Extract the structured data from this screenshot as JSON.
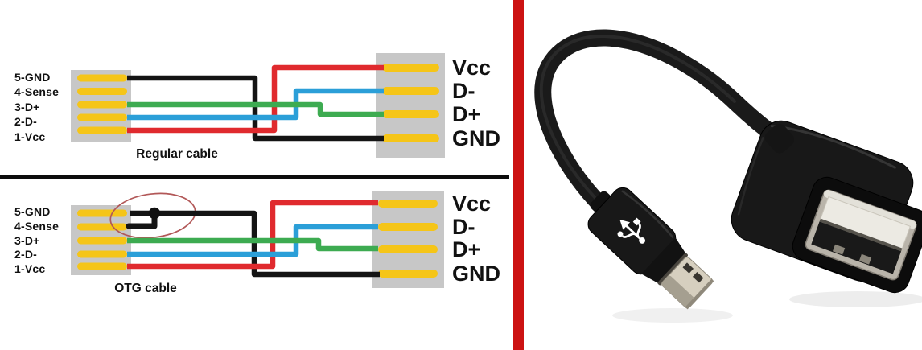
{
  "panel_left": {
    "colors": {
      "wire_black": "#141414",
      "wire_red": "#e02a2e",
      "wire_blue": "#2b9fd8",
      "wire_green": "#3dab51",
      "pin_yellow": "#f5c518",
      "connector_gray": "#c7c7c7",
      "separator": "#0d0d0d",
      "annotation_ellipse": "#b25858",
      "junction_dot": "#111111"
    },
    "diagrams": [
      {
        "caption": "Regular cable",
        "left_pins": [
          "5-GND",
          "4-Sense",
          "3-D+",
          "2-D-",
          "1-Vcc"
        ],
        "right_pins": [
          "Vcc",
          "D-",
          "D+",
          "GND"
        ],
        "wires": [
          {
            "from": "5-GND",
            "to": "GND",
            "color": "#141414"
          },
          {
            "from": "1-Vcc",
            "to": "Vcc",
            "color": "#e02a2e"
          },
          {
            "from": "2-D-",
            "to": "D-",
            "color": "#2b9fd8"
          },
          {
            "from": "3-D+",
            "to": "D+",
            "color": "#3dab51"
          }
        ]
      },
      {
        "caption": "OTG cable",
        "left_pins": [
          "5-GND",
          "4-Sense",
          "3-D+",
          "2-D-",
          "1-Vcc"
        ],
        "right_pins": [
          "Vcc",
          "D-",
          "D+",
          "GND"
        ],
        "wires": [
          {
            "from": "5-GND",
            "to": "GND",
            "color": "#141414"
          },
          {
            "from": "1-Vcc",
            "to": "Vcc",
            "color": "#e02a2e"
          },
          {
            "from": "2-D-",
            "to": "D-",
            "color": "#2b9fd8"
          },
          {
            "from": "3-D+",
            "to": "D+",
            "color": "#3dab51"
          }
        ],
        "jumper": {
          "from": "5-GND",
          "to": "4-Sense",
          "color": "#141414"
        },
        "annotation": {
          "shape": "ellipse",
          "meaning": "sense-pin-grounded",
          "color": "#b25858"
        }
      }
    ]
  },
  "divider": {
    "color": "#cc1212"
  },
  "photo": {
    "subject": "black micro-USB OTG adapter cable with USB-A female socket",
    "colors": {
      "background": "#ffffff",
      "cable": "#1a1a1a",
      "connector_body": "#181818",
      "metal_tip": "#d6cfbf",
      "metal_tip_shade": "#a59f90",
      "port_metal": "#b9b4aa",
      "port_tongue": "#eceae3",
      "port_cavity": "#191919",
      "contact_metal": "#8b867b",
      "logo": "#ffffff"
    }
  }
}
